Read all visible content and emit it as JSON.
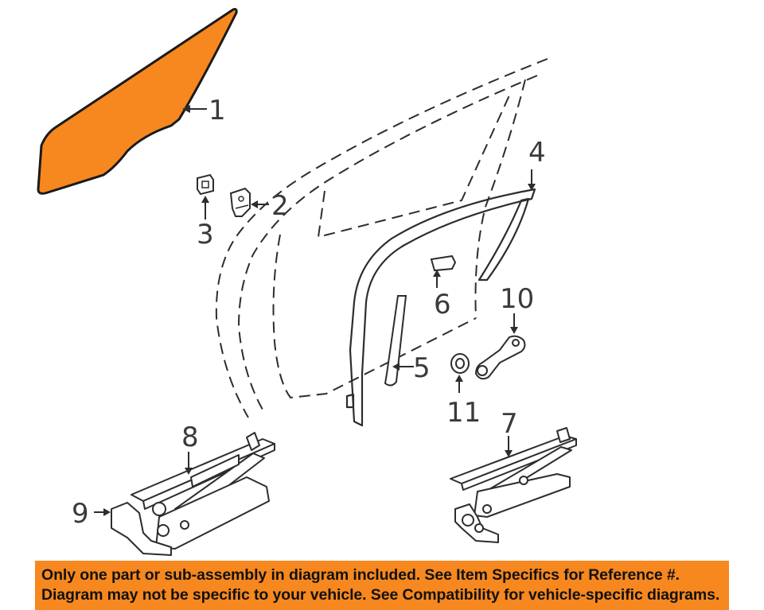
{
  "colors": {
    "highlight_fill": "#f6881f",
    "line": "#2d2d2d",
    "label": "#3a3a3a",
    "banner_bg": "#f6881f",
    "banner_text": "#111111"
  },
  "callouts": {
    "c1": "1",
    "c2": "2",
    "c3": "3",
    "c4": "4",
    "c5": "5",
    "c6": "6",
    "c7": "7",
    "c8": "8",
    "c9": "9",
    "c10": "10",
    "c11": "11"
  },
  "banner": {
    "line1": "Only one part or sub-assembly in diagram included. See Item Specifics for Reference #.",
    "line2": "Diagram may not be specific to your vehicle. See Compatibility for vehicle-specific diagrams."
  }
}
